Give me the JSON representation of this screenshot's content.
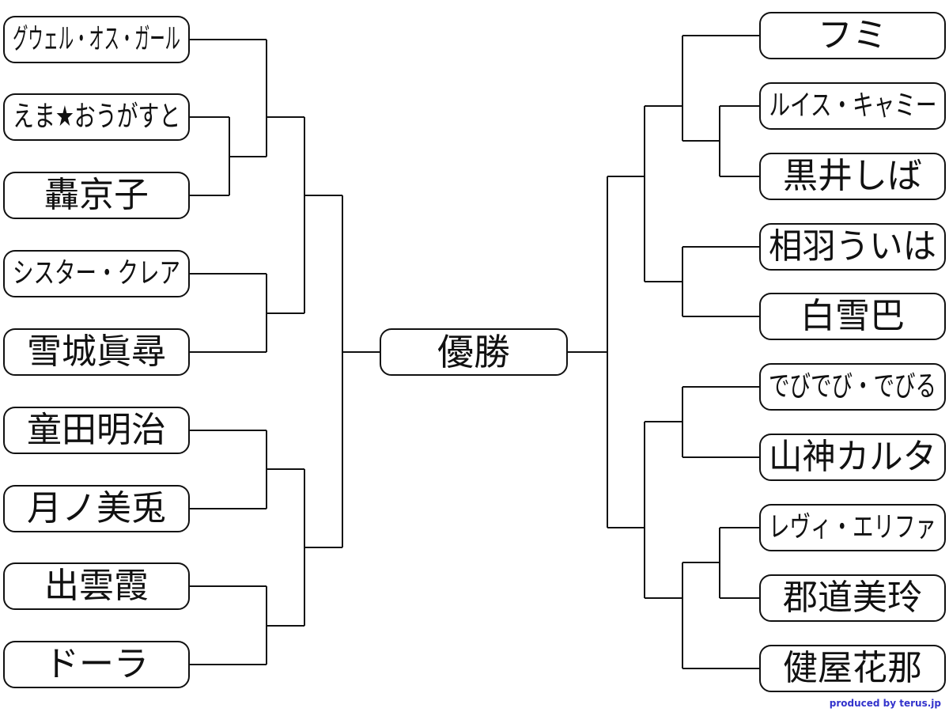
{
  "champion": {
    "label": "優勝"
  },
  "left_players": [
    "グウェル・オス・ガール",
    "えま★おうがすと",
    "轟京子",
    "シスター・クレア",
    "雪城眞尋",
    "童田明治",
    "月ノ美兎",
    "出雲霞",
    "ドーラ"
  ],
  "right_players": [
    "フミ",
    "ルイス・キャミー",
    "黒井しば",
    "相羽ういは",
    "白雪巴",
    "でびでび・でびる",
    "山神カルタ",
    "レヴィ・エリファ",
    "郡道美玲",
    "健屋花那"
  ],
  "footer": {
    "credit": "produced by terus.jp"
  },
  "colors": {
    "line": "#111111",
    "box_border": "#111111",
    "box_fill": "#ffffff",
    "background": "#ffffff",
    "credit": "#3333cc"
  }
}
